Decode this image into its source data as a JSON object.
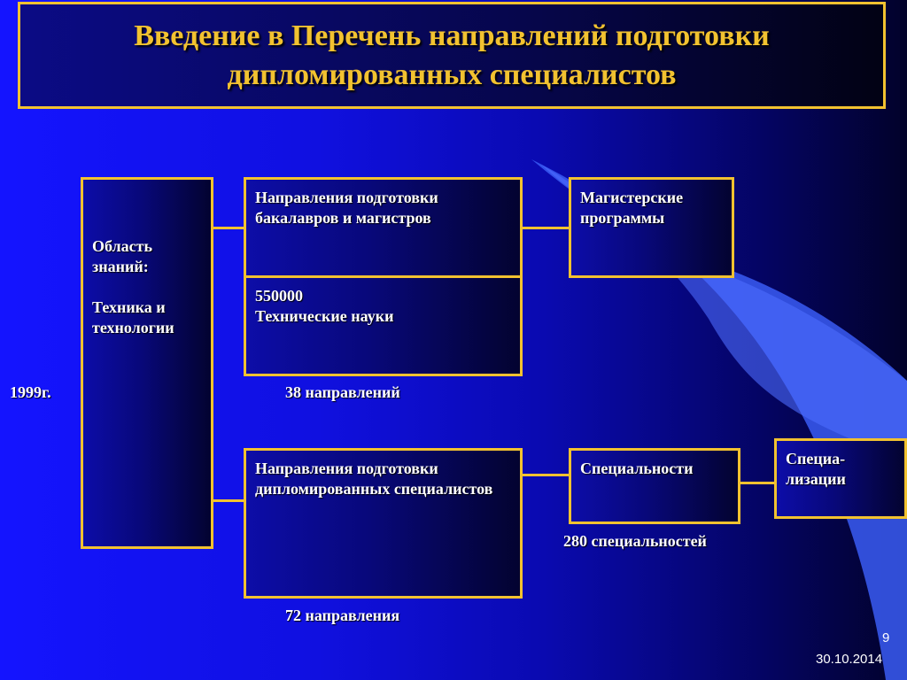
{
  "slide": {
    "title": "Введение в Перечень направлений подготовки дипломированных специалистов",
    "year_label": "1999г.",
    "page_number": "9",
    "date": "30.10.2014"
  },
  "diagram": {
    "area_box": {
      "line1": "Область",
      "line2": "знаний:",
      "line3": "Техника и",
      "line4": "технологии"
    },
    "bachelor_box": {
      "text": "Направления подготовки бакалавров и магистров"
    },
    "tech_box": {
      "code": "550000",
      "text": "Технические науки"
    },
    "bachelor_count": "38 направлений",
    "master_box": {
      "text": "Магистерские программы"
    },
    "specialist_box": {
      "text": "Направления подготовки дипломированных специалистов"
    },
    "specialist_count": "72 направления",
    "specialties_box": {
      "text": "Специальности"
    },
    "specialties_count": "280 специальностей",
    "specializations_box": {
      "line1": "Специа-",
      "line2": "лизации"
    }
  },
  "colors": {
    "accent": "#f2c230",
    "background_left": "#1414ff",
    "background_right": "#02022a",
    "swoosh": "#3a5cf5"
  }
}
